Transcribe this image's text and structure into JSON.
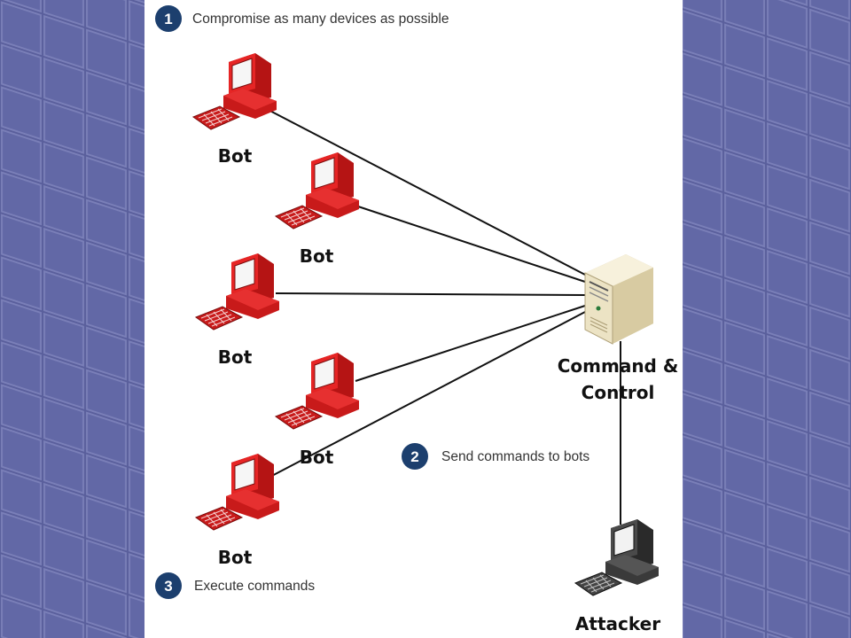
{
  "colors": {
    "slide_background": "#5a5f9c",
    "background_pattern": "#7a7fb8",
    "panel": "#ffffff",
    "step_badge": "#1c3f6e",
    "connection_line": "#111111",
    "bot_computer": "#d81c1c",
    "attacker_computer": "#3a3a3a",
    "server": "#ece3c4"
  },
  "steps": [
    {
      "number": "1",
      "text": "Compromise as many devices as possible"
    },
    {
      "number": "2",
      "text": "Send commands to bots"
    },
    {
      "number": "3",
      "text": "Execute commands"
    }
  ],
  "nodes": {
    "bots": [
      {
        "label": "Bot",
        "icon": "red-computer-icon"
      },
      {
        "label": "Bot",
        "icon": "red-computer-icon"
      },
      {
        "label": "Bot",
        "icon": "red-computer-icon"
      },
      {
        "label": "Bot",
        "icon": "red-computer-icon"
      },
      {
        "label": "Bot",
        "icon": "red-computer-icon"
      }
    ],
    "server": {
      "label_line1": "Command &",
      "label_line2": "Control",
      "icon": "server-tower-icon"
    },
    "attacker": {
      "label": "Attacker",
      "icon": "black-computer-icon"
    }
  }
}
